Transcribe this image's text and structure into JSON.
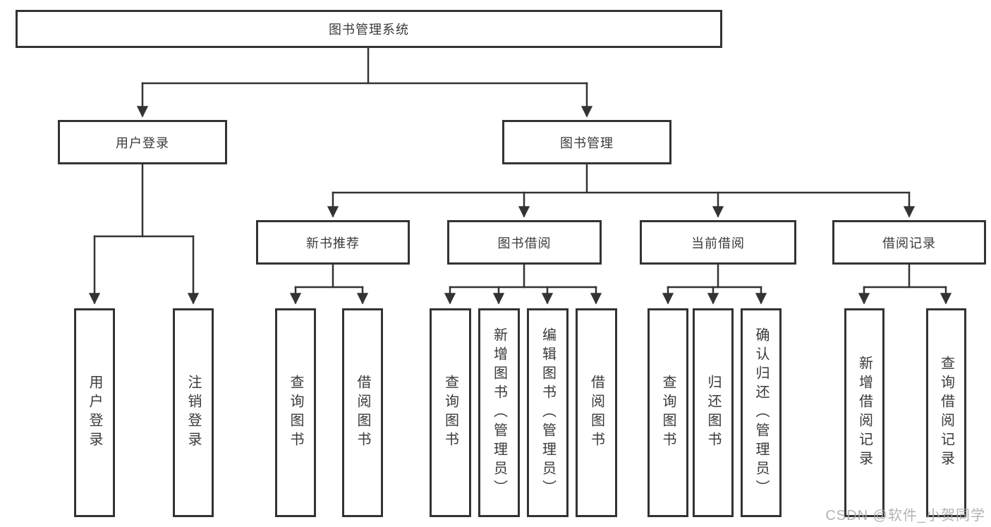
{
  "colors": {
    "line": "#333333",
    "box_border": "#333333",
    "text": "#3a3a3a",
    "watermark": "#a8a8a8",
    "background": "#ffffff"
  },
  "watermark": {
    "text": "CSDN @软件_小贺同学"
  },
  "tree": {
    "root": {
      "label": "图书管理系统"
    },
    "branches": [
      {
        "label": "用户登录",
        "children": [
          {
            "label": "用户登录"
          },
          {
            "label": "注销登录"
          }
        ]
      },
      {
        "label": "图书管理",
        "children": [
          {
            "label": "新书推荐",
            "children": [
              {
                "label": "查询图书"
              },
              {
                "label": "借阅图书"
              }
            ]
          },
          {
            "label": "图书借阅",
            "children": [
              {
                "label": "查询图书"
              },
              {
                "label": "新增图书（管理员）"
              },
              {
                "label": "编辑图书（管理员）"
              },
              {
                "label": "借阅图书"
              }
            ]
          },
          {
            "label": "当前借阅",
            "children": [
              {
                "label": "查询图书"
              },
              {
                "label": "归还图书"
              },
              {
                "label": "确认归还（管理员）"
              }
            ]
          },
          {
            "label": "借阅记录",
            "children": [
              {
                "label": "新增借阅记录"
              },
              {
                "label": "查询借阅记录"
              }
            ]
          }
        ]
      }
    ]
  }
}
